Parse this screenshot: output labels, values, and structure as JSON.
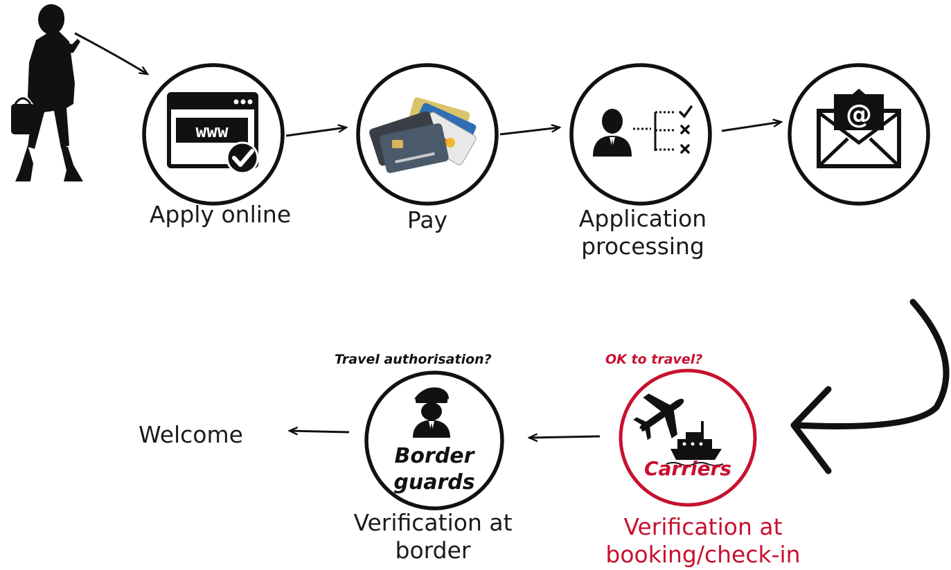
{
  "steps": [
    {
      "id": "apply",
      "label": "Apply online",
      "icon": "browser-check-icon"
    },
    {
      "id": "pay",
      "label": "Pay",
      "icon": "credit-cards-icon"
    },
    {
      "id": "processing",
      "label": "Application\nprocessing",
      "icon": "person-checklist-icon"
    },
    {
      "id": "email",
      "label": "",
      "icon": "email-envelope-icon"
    }
  ],
  "verification": {
    "carrier": {
      "question": "OK to travel?",
      "inner_label": "Carriers",
      "label": "Verification at\nbooking/check-in",
      "icons": [
        "airplane-icon",
        "ship-icon"
      ]
    },
    "border": {
      "question": "Travel authorisation?",
      "inner_label": "Border\nguards",
      "label": "Verification at\nborder",
      "icon": "border-officer-icon"
    },
    "final": {
      "label": "Welcome"
    }
  },
  "icons": {
    "traveller": "traveller-silhouette-icon"
  },
  "colors": {
    "ink": "#111111",
    "accent": "#c8102e",
    "text": "#1a1a1a"
  }
}
